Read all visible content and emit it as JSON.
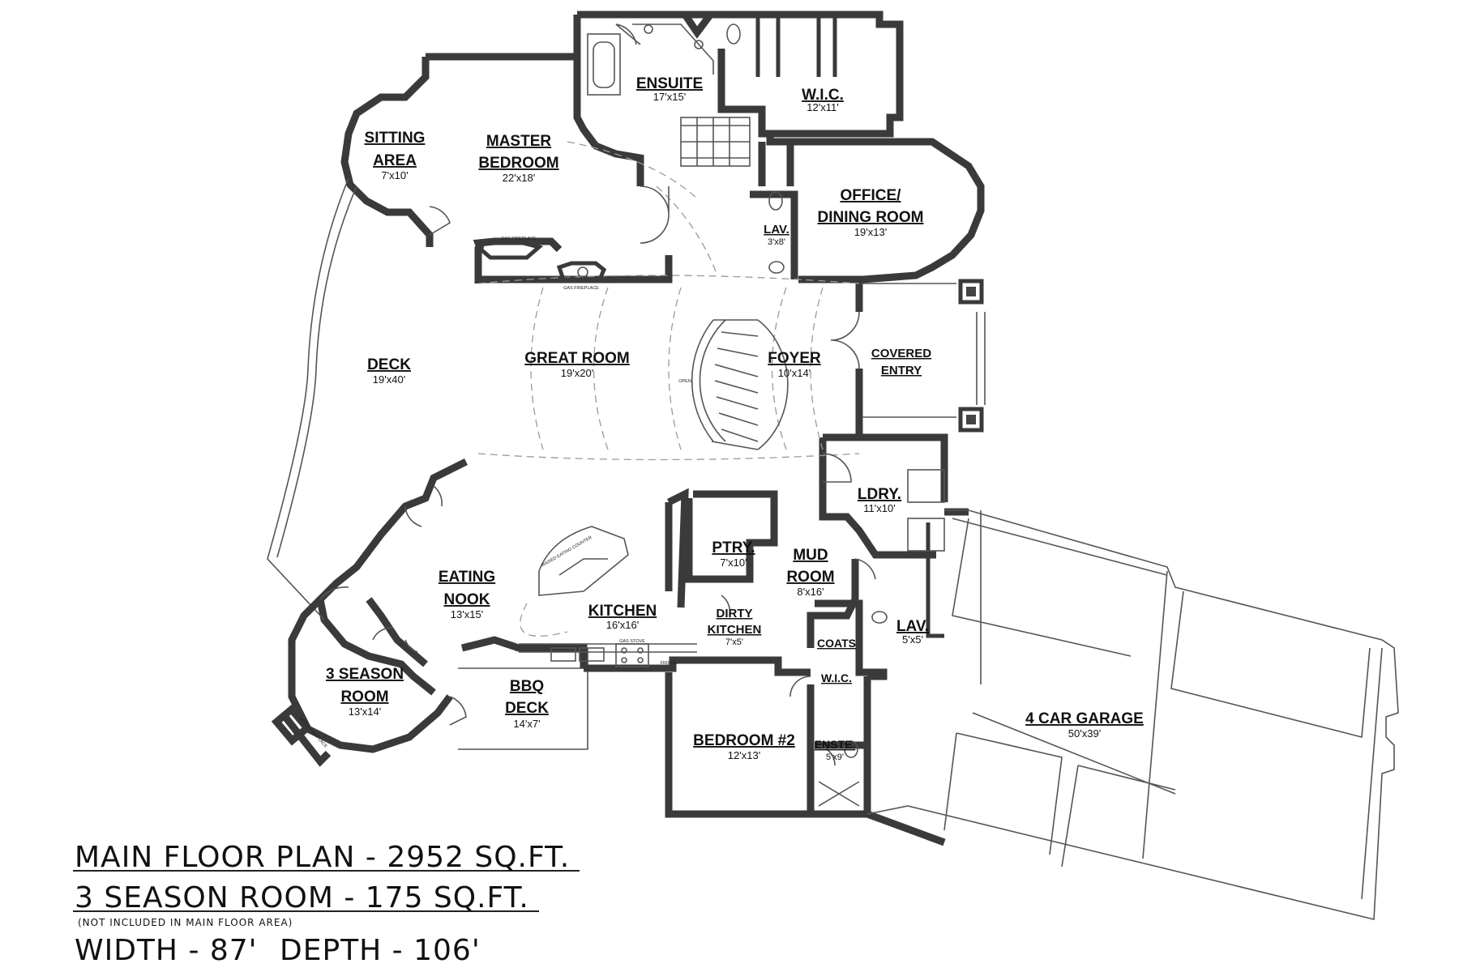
{
  "rooms": {
    "ensuite": {
      "name": "ENSUITE",
      "dim": "17'x15'"
    },
    "wic_master": {
      "name": "W.I.C.",
      "dim": "12'x11'"
    },
    "sitting": {
      "name1": "SITTING",
      "name2": "AREA",
      "dim": "7'x10'"
    },
    "master": {
      "name1": "MASTER",
      "name2": "BEDROOM",
      "dim": "22'x18'"
    },
    "office": {
      "name1": "OFFICE/",
      "name2": "DINING ROOM",
      "dim": "19'x13'"
    },
    "lav1": {
      "name": "LAV.",
      "dim": "3'x8'"
    },
    "deck": {
      "name": "DECK",
      "dim": "19'x40'"
    },
    "great": {
      "name": "GREAT ROOM",
      "dim": "19'x20'"
    },
    "foyer": {
      "name": "FOYER",
      "dim": "10'x14'"
    },
    "covered": {
      "name1": "COVERED",
      "name2": "ENTRY"
    },
    "laundry": {
      "name": "LDRY.",
      "dim": "11'x10'"
    },
    "pantry": {
      "name": "PTRY.",
      "dim": "7'x10'"
    },
    "mud": {
      "name1": "MUD",
      "name2": "ROOM",
      "dim": "8'x16'"
    },
    "eating": {
      "name1": "EATING",
      "name2": "NOOK",
      "dim": "13'x15'"
    },
    "kitchen": {
      "name": "KITCHEN",
      "dim": "16'x16'"
    },
    "dirty": {
      "name1": "DIRTY",
      "name2": "KITCHEN",
      "dim": "7'x5'"
    },
    "lav2": {
      "name": "LAV.",
      "dim": "5'x5'"
    },
    "coats": {
      "name": "COATS"
    },
    "wic2": {
      "name": "W.I.C."
    },
    "season": {
      "name1": "3 SEASON",
      "name2": "ROOM",
      "dim": "13'x14'"
    },
    "bbq": {
      "name1": "BBQ",
      "name2": "DECK",
      "dim": "14'x7'"
    },
    "bedroom2": {
      "name": "BEDROOM #2",
      "dim": "12'x13'"
    },
    "enste": {
      "name": "ENSTE.",
      "dim": "5'x9'"
    },
    "garage": {
      "name": "4 CAR GARAGE",
      "dim": "50'x39'"
    }
  },
  "fixtures": {
    "gas_fp1": "GAS FIREPLACE",
    "gas_fp2": "GAS FIREPLACE",
    "open": "OPEN",
    "raised": "RAISED EATING COUNTER",
    "gas_stove": "GAS STOVE",
    "fridge": "FRIDGE",
    "wood_fp": "WOOD FIREPLACE"
  },
  "title_block": {
    "line1": "MAIN FLOOR PLAN - 2952 SQ.FT.",
    "line2": "3 SEASON ROOM - 175 SQ.FT.",
    "note": "(NOT INCLUDED IN MAIN FLOOR AREA)",
    "width": "WIDTH - 87'",
    "depth": "DEPTH - 106'"
  }
}
